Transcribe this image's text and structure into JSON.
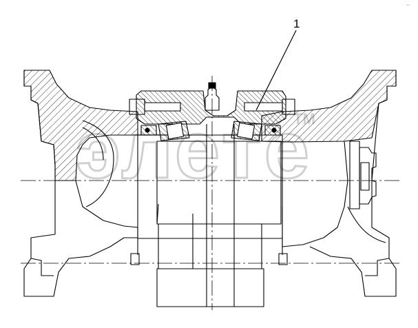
{
  "callout": {
    "label": "1"
  },
  "watermark": {
    "text": "элете",
    "tm": "TM"
  },
  "corner_mark": "··",
  "colors": {
    "line": "#000000",
    "background": "#ffffff",
    "watermark": "#d8d8d8"
  }
}
